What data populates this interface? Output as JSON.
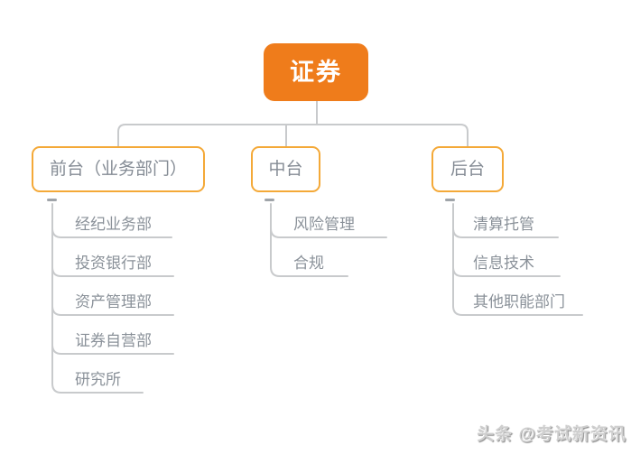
{
  "theme": {
    "root_bg": "#EF7C1B",
    "branch_border": "#F4A938",
    "line_color": "#C8CACC",
    "box_text": "#848B94",
    "child_text": "#8A9199",
    "handle_color": "#9FA4A9",
    "watermark_color": "#CFCFCF"
  },
  "root": {
    "label": "证券"
  },
  "branches": [
    {
      "label": "前台（业务部门）",
      "children": [
        "经纪业务部",
        "投资银行部",
        "资产管理部",
        "证券自营部",
        "研究所"
      ]
    },
    {
      "label": "中台",
      "children": [
        "风险管理",
        "合规"
      ]
    },
    {
      "label": "后台",
      "children": [
        "清算托管",
        "信息技术",
        "其他职能部门"
      ]
    }
  ],
  "collapse_handle_glyph": "−",
  "watermark": "头条 @考试新资讯"
}
